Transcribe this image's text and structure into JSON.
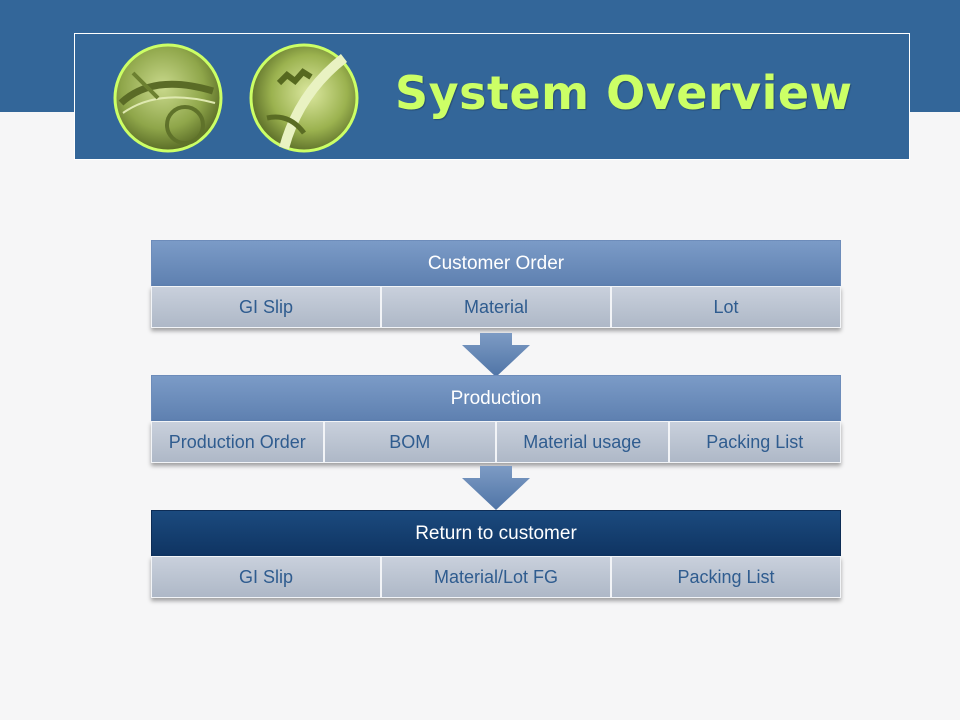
{
  "header": {
    "title": "System Overview"
  },
  "colors": {
    "band": "#336699",
    "title": "#ccff66",
    "section_header": "#6a8bb9",
    "section_header_dark": "#133e6f",
    "cell_bg": "#bcc4d1",
    "cell_text": "#2f5c8f"
  },
  "icons": [
    "gear-photo-icon",
    "down-arrow-icon"
  ],
  "sections": [
    {
      "title": "Customer Order",
      "cells": [
        "GI Slip",
        "Material",
        "Lot"
      ]
    },
    {
      "title": "Production",
      "cells": [
        "Production Order",
        "BOM",
        "Material usage",
        "Packing List"
      ]
    },
    {
      "title": "Return to customer",
      "cells": [
        "GI Slip",
        "Material/Lot  FG",
        "Packing List"
      ]
    }
  ]
}
